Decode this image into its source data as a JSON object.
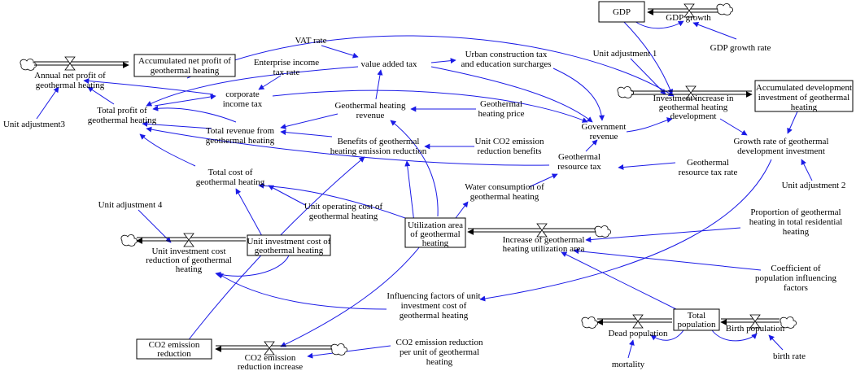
{
  "colors": {
    "link": "#1a1ae6",
    "stock_border": "#000000",
    "background": "#ffffff"
  },
  "stocks": {
    "accumulated_net_profit": [
      "Accumulated net profit of",
      "geothermal heating"
    ],
    "gdp": [
      "GDP"
    ],
    "accumulated_development_investment": [
      "Accumulated development",
      "investment of geothermal",
      "heating"
    ],
    "utilization_area": [
      "Utilization area",
      "of geothermal",
      "heating"
    ],
    "unit_investment_cost": [
      "Unit investment cost of",
      "geothermal heating"
    ],
    "co2_emission_reduction": [
      "CO2 emission",
      "reduction"
    ],
    "total_population": [
      "Total",
      "population"
    ]
  },
  "flows": {
    "annual_net_profit": [
      "Annual net profit of",
      "geothermal heating"
    ],
    "gdp_growth": [
      "GDP growth"
    ],
    "investment_increase": [
      "Investment increase in",
      "geothermal heating",
      "development"
    ],
    "increase_utilization_area": [
      "Increase of geothermal",
      "heating utilization area"
    ],
    "unit_investment_cost_reduction": [
      "Unit investment cost",
      "reduction of geothermal",
      "heating"
    ],
    "co2_emission_reduction_increase": [
      "CO2 emission",
      "reduction increase"
    ],
    "dead_population": [
      "Dead population"
    ],
    "birth_population": [
      "Birth population"
    ]
  },
  "variables": {
    "vat_rate": [
      "VAT rate"
    ],
    "enterprise_income_tax_rate": [
      "Enterprise income",
      "tax rate"
    ],
    "value_added_tax": [
      "value added tax"
    ],
    "urban_construction_tax": [
      "Urban construction tax",
      "and education surcharges"
    ],
    "unit_adjustment_1": [
      "Unit adjustment 1"
    ],
    "gdp_growth_rate": [
      "GDP growth rate"
    ],
    "corporate_income_tax": [
      "corporate",
      "income tax"
    ],
    "total_profit": [
      "Total profit of",
      "geothermal heating"
    ],
    "unit_adjustment_3": [
      "Unit adjustment3"
    ],
    "geothermal_heating_revenue": [
      "Geothermal heating",
      "revenue"
    ],
    "geothermal_heating_price": [
      "Geothermal",
      "heating price"
    ],
    "total_revenue": [
      "Total revenue from",
      "geothermal heating"
    ],
    "benefits_emission_reduction": [
      "Benefits of geothermal",
      "heating emission reduction"
    ],
    "unit_co2_benefits": [
      "Unit CO2 emission",
      "reduction benefits"
    ],
    "government_revenue": [
      "Government",
      "revenue"
    ],
    "growth_rate_investment": [
      "Growth rate of geothermal",
      "development investment"
    ],
    "geothermal_resource_tax": [
      "Geothermal",
      "resource tax"
    ],
    "geothermal_resource_tax_rate": [
      "Geothermal",
      "resource tax rate"
    ],
    "unit_adjustment_2": [
      "Unit adjustment 2"
    ],
    "total_cost": [
      "Total cost of",
      "geothermal heating"
    ],
    "water_consumption": [
      "Water consumption of",
      "geothermal heating"
    ],
    "unit_adjustment_4": [
      "Unit adjustment 4"
    ],
    "unit_operating_cost": [
      "Unit operating cost of",
      "geothermal heating"
    ],
    "proportion_geothermal_heating": [
      "Proportion of geothermal",
      "heating in total residential",
      "heating"
    ],
    "coefficient_population": [
      "Coefficient of",
      "population influencing",
      "factors"
    ],
    "influencing_factors": [
      "Influencing factors of unit",
      "investment cost of",
      "geothermal heating"
    ],
    "co2_reduction_per_unit": [
      "CO2 emission reduction",
      "per unit of geothermal",
      "heating"
    ],
    "mortality": [
      "mortality"
    ],
    "birth_rate": [
      "birth rate"
    ]
  }
}
